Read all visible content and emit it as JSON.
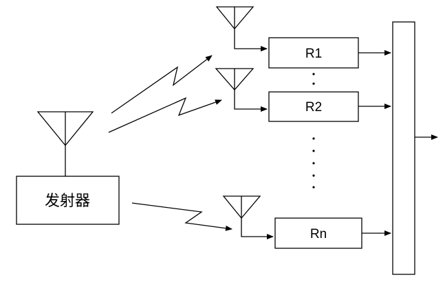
{
  "transmitter": {
    "label": "发射器"
  },
  "receivers": [
    {
      "label": "R1"
    },
    {
      "label": "R2"
    },
    {
      "label": "Rn"
    }
  ]
}
